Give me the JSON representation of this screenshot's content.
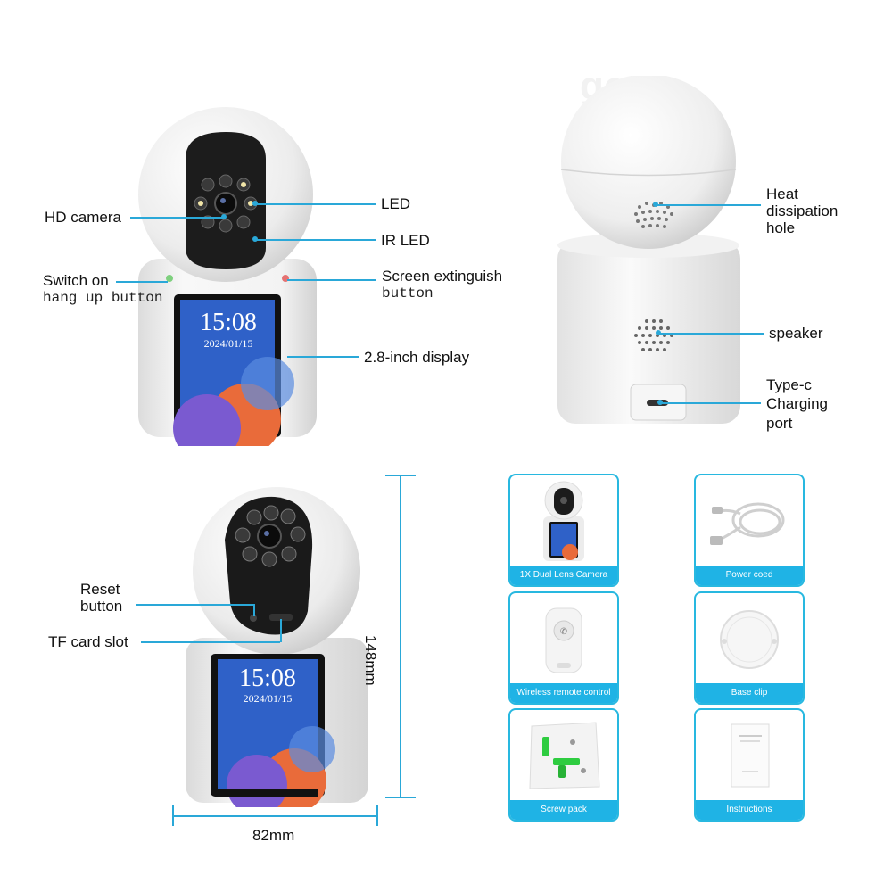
{
  "watermark": "gen",
  "front_view": {
    "screen_time": "15:08",
    "screen_date": "2024/01/15",
    "labels": {
      "hd_camera": "HD camera",
      "led": "LED",
      "ir_led": "IR LED",
      "switch_on": "Switch on",
      "hang_up": "hang up button",
      "screen_ext": "Screen extinguish",
      "screen_ext_btn": "button",
      "display": "2.8-inch display"
    }
  },
  "back_view": {
    "labels": {
      "heat1": "Heat",
      "heat2": "dissipation",
      "heat3": "hole",
      "speaker": "speaker",
      "typec1": "Type-c",
      "typec2": "Charging",
      "typec3": "port"
    }
  },
  "side_view": {
    "screen_time": "15:08",
    "screen_date": "2024/01/15",
    "labels": {
      "reset1": "Reset",
      "reset2": "button",
      "tf": "TF card slot",
      "height": "148mm",
      "width": "82mm"
    }
  },
  "accessories": [
    {
      "caption": "1X Dual Lens Camera"
    },
    {
      "caption": "Power coed"
    },
    {
      "caption": "Wireless remote control"
    },
    {
      "caption": "Base clip"
    },
    {
      "caption": "Screw pack"
    },
    {
      "caption": "Instructions"
    }
  ],
  "colors": {
    "accent": "#1fb3e5",
    "line": "#2aa8d8"
  }
}
